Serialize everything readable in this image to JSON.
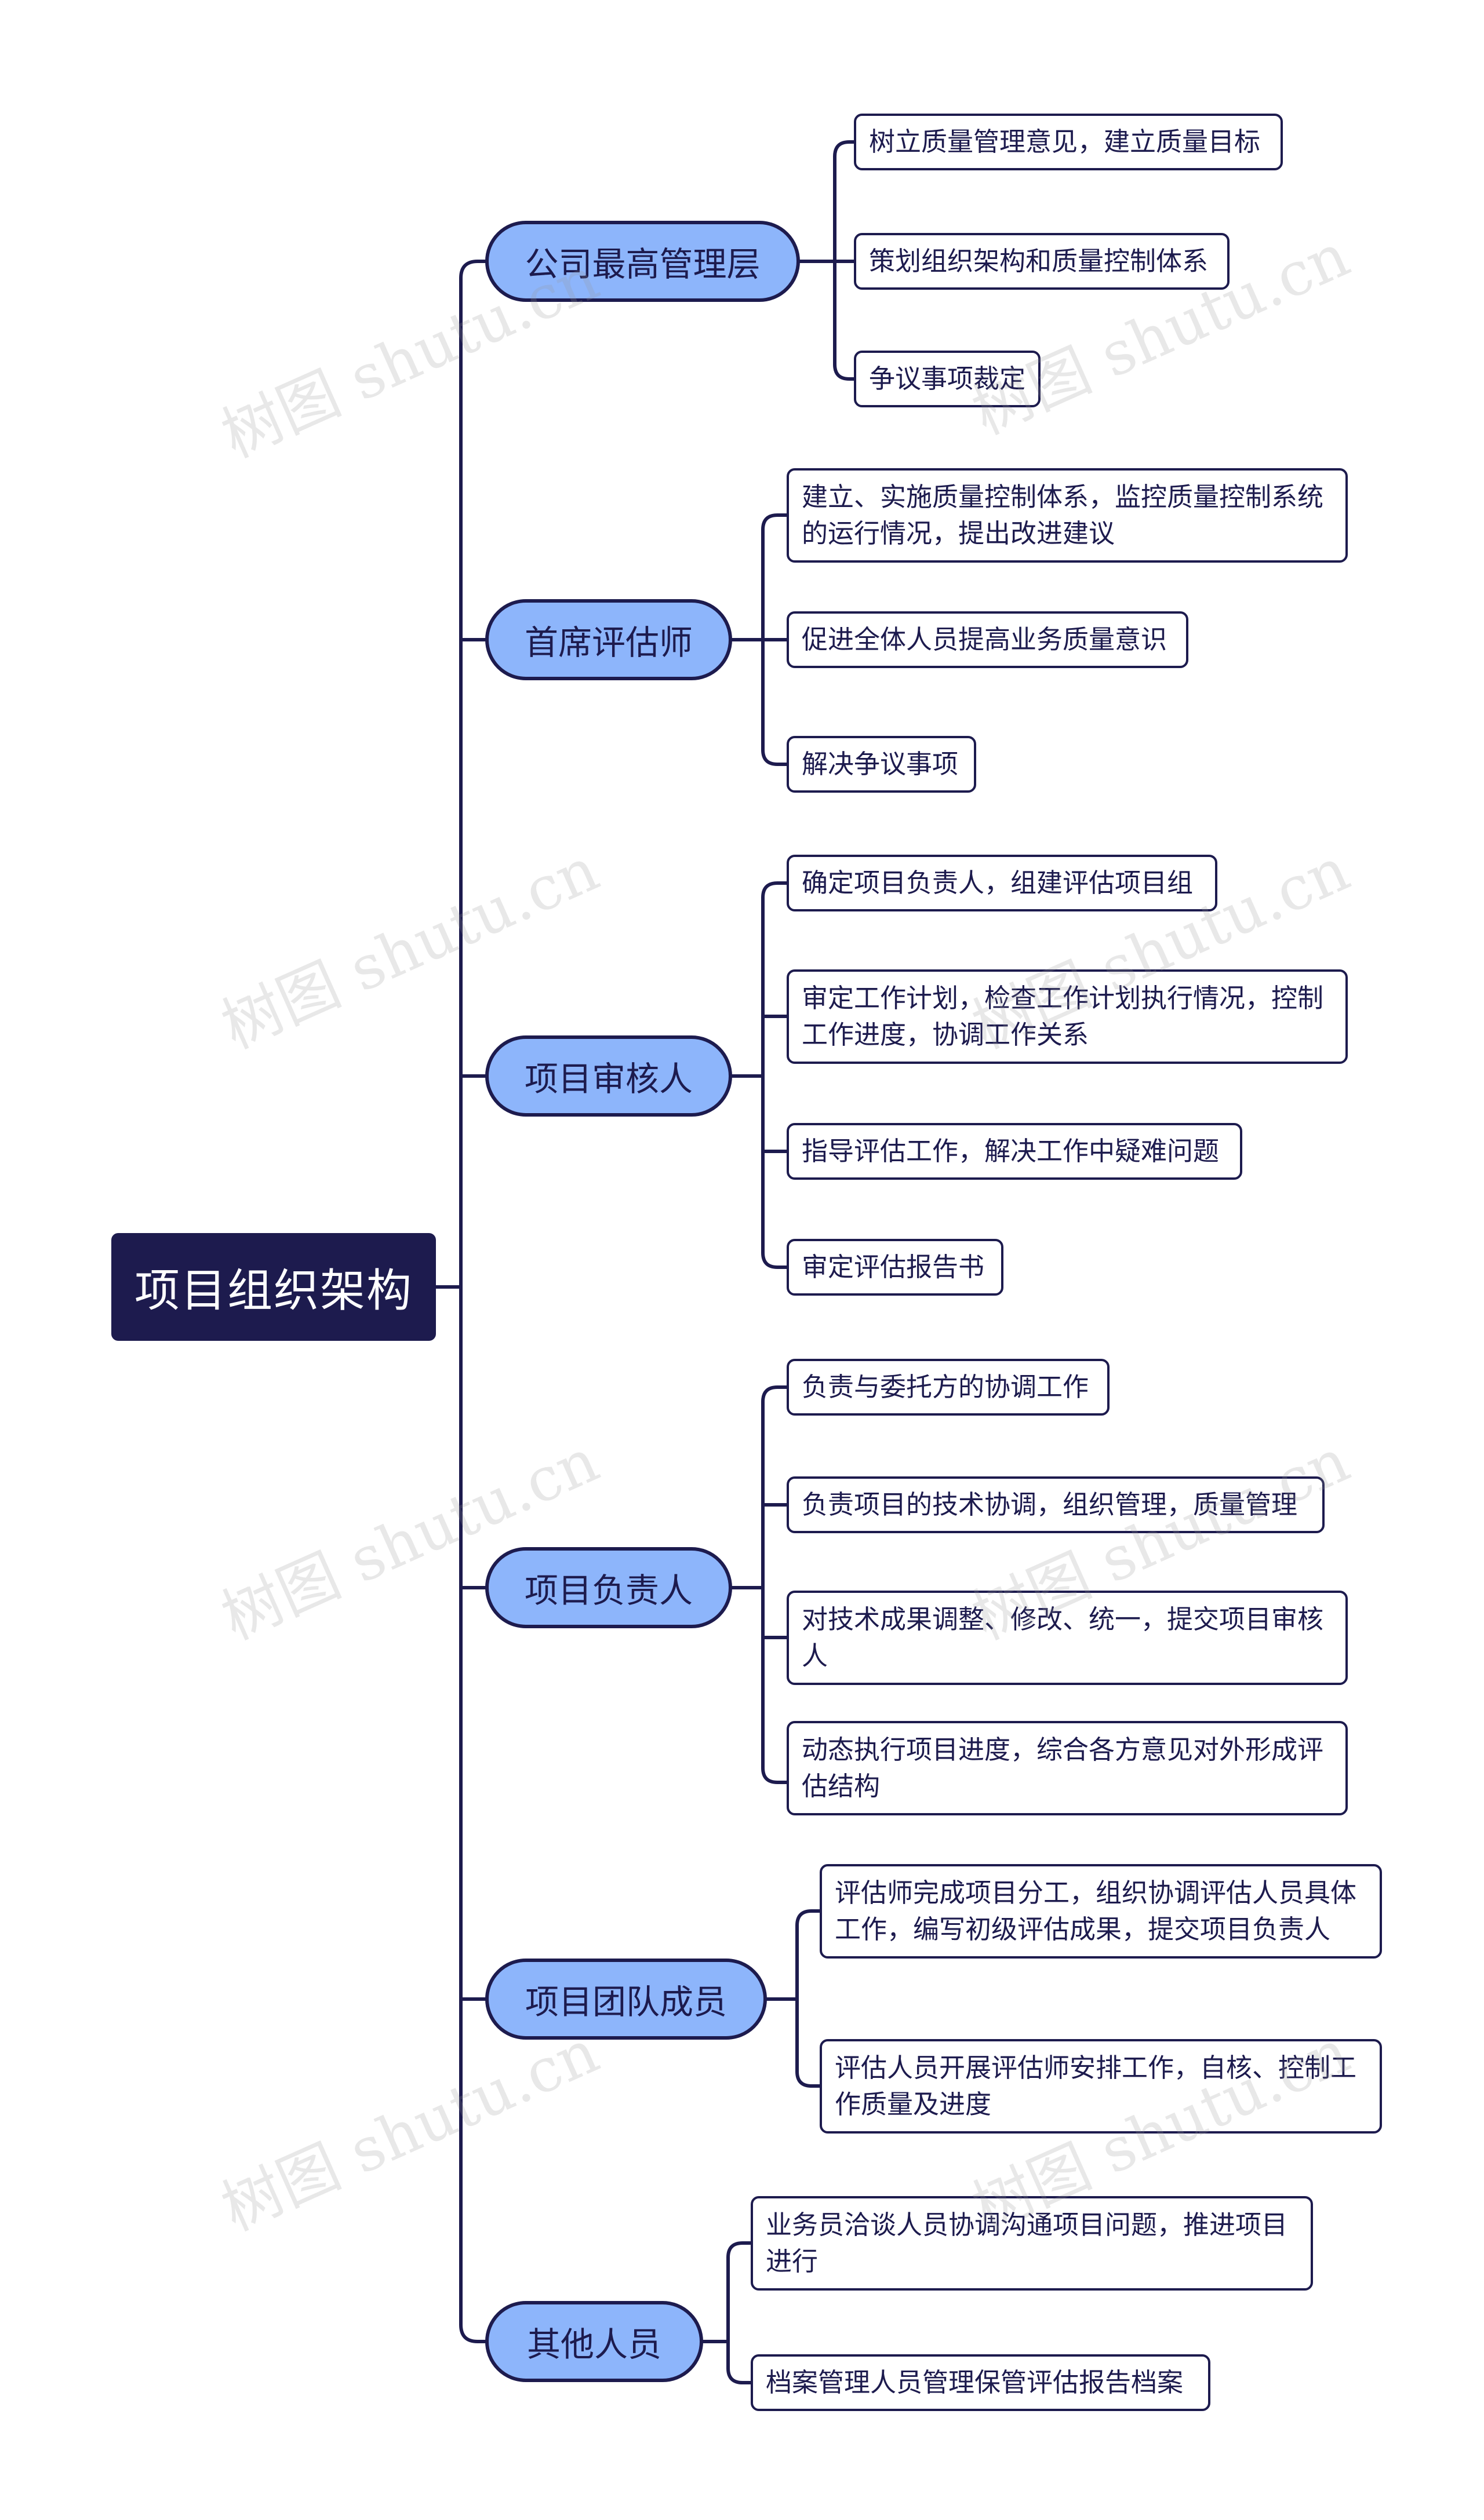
{
  "root": {
    "label": "项目组织架构"
  },
  "branches": [
    {
      "label": "公司最高管理层",
      "items": [
        "树立质量管理意见，建立质量目标",
        "策划组织架构和质量控制体系",
        "争议事项裁定"
      ]
    },
    {
      "label": "首席评估师",
      "items": [
        "建立、实施质量控制体系，监控质量控制系统的运行情况，提出改进建议",
        "促进全体人员提高业务质量意识",
        "解决争议事项"
      ]
    },
    {
      "label": "项目审核人",
      "items": [
        "确定项目负责人，组建评估项目组",
        "审定工作计划，检查工作计划执行情况，控制工作进度，协调工作关系",
        "指导评估工作，解决工作中疑难问题",
        "审定评估报告书"
      ]
    },
    {
      "label": "项目负责人",
      "items": [
        "负责与委托方的协调工作",
        "负责项目的技术协调，组织管理，质量管理",
        "对技术成果调整、修改、统一，提交项目审核人",
        "动态执行项目进度，综合各方意见对外形成评估结构"
      ]
    },
    {
      "label": "项目团队成员",
      "items": [
        "评估师完成项目分工，组织协调评估人员具体工作，编写初级评估成果，提交项目负责人",
        "评估人员开展评估师安排工作，自核、控制工作质量及进度"
      ]
    },
    {
      "label": "其他人员",
      "items": [
        "业务员洽谈人员协调沟通项目问题，推进项目进行",
        "档案管理人员管理保管评估报告档案"
      ]
    }
  ],
  "watermark": {
    "text": "树图 shutu.cn"
  },
  "colors": {
    "root_fill": "#1d1b4e",
    "branch_fill": "#8db5fb",
    "line": "#1d1b4e",
    "leaf_fill": "#ffffff"
  }
}
